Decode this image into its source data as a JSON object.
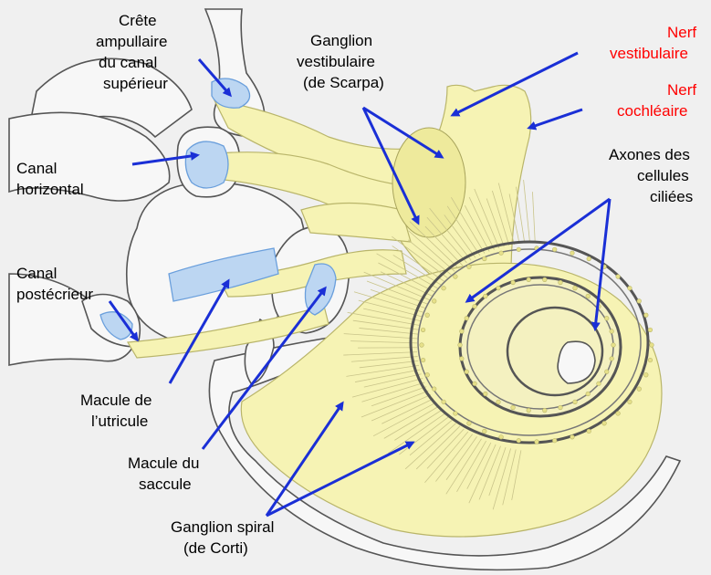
{
  "colors": {
    "arrow": "#1a2fd6",
    "nerve_fill": "#f6f3b4",
    "hair_cells": "#bcd6f2",
    "highlight_label": "#ff0000"
  },
  "labels": {
    "crete_1": "Crête",
    "crete_2": "ampullaire",
    "crete_3": "du canal",
    "crete_4": "supérieur",
    "ganglion_vest_1": "Ganglion",
    "ganglion_vest_2": "vestibulaire",
    "ganglion_vest_3": "(de Scarpa)",
    "nerf_vest_1": "Nerf",
    "nerf_vest_2": "vestibulaire",
    "nerf_coch_1": "Nerf",
    "nerf_coch_2": "cochléaire",
    "axones_1": "Axones des",
    "axones_2": "cellules",
    "axones_3": "ciliées",
    "canal_horiz_1": "Canal",
    "canal_horiz_2": "horizontal",
    "canal_post_1": "Canal",
    "canal_post_2": "postécrieur",
    "macule_utr_1": "Macule de",
    "macule_utr_2": "l’utricule",
    "macule_sac_1": "Macule du",
    "macule_sac_2": "saccule",
    "ganglion_spiral_1": "Ganglion spiral",
    "ganglion_spiral_2": "(de Corti)"
  }
}
